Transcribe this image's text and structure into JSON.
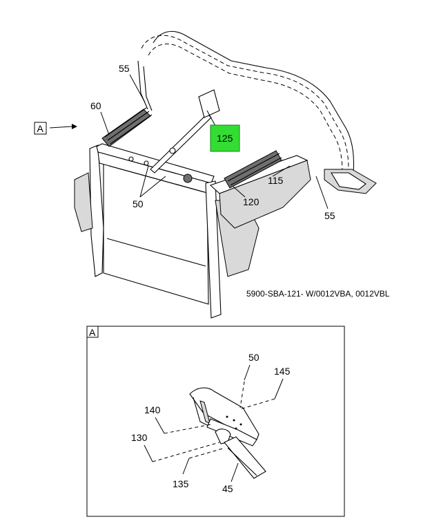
{
  "figure": {
    "reference_code": "5900-SBA-121- W/0012VBA, 0012VBL",
    "view_label": "A",
    "detail_label": "A"
  },
  "callouts": {
    "c55_top": "55",
    "c60": "60",
    "c125": "125",
    "c115": "115",
    "c120": "120",
    "c50_main": "50",
    "c55_right": "55",
    "d50": "50",
    "d145": "145",
    "d140": "140",
    "d130": "130",
    "d135": "135",
    "d45": "45"
  },
  "colors": {
    "highlight": "#33dd33"
  }
}
